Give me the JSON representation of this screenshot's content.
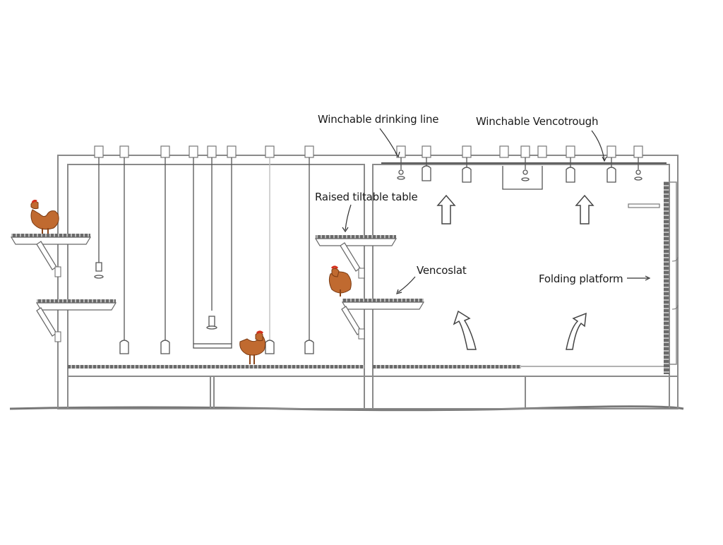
{
  "labels": {
    "drinking_line": "Winchable drinking line",
    "vencotrough": "Winchable Vencotrough",
    "tiltable_table": "Raised tiltable table",
    "vencoslat": "Vencoslat",
    "folding_platform": "Folding platform"
  },
  "colors": {
    "line": "#6f6f6f",
    "frame": "#8a8a8a",
    "slat": "#555555",
    "hen_body": "#c06a30",
    "hen_dark": "#8a4317",
    "hen_comb": "#d4301c"
  }
}
